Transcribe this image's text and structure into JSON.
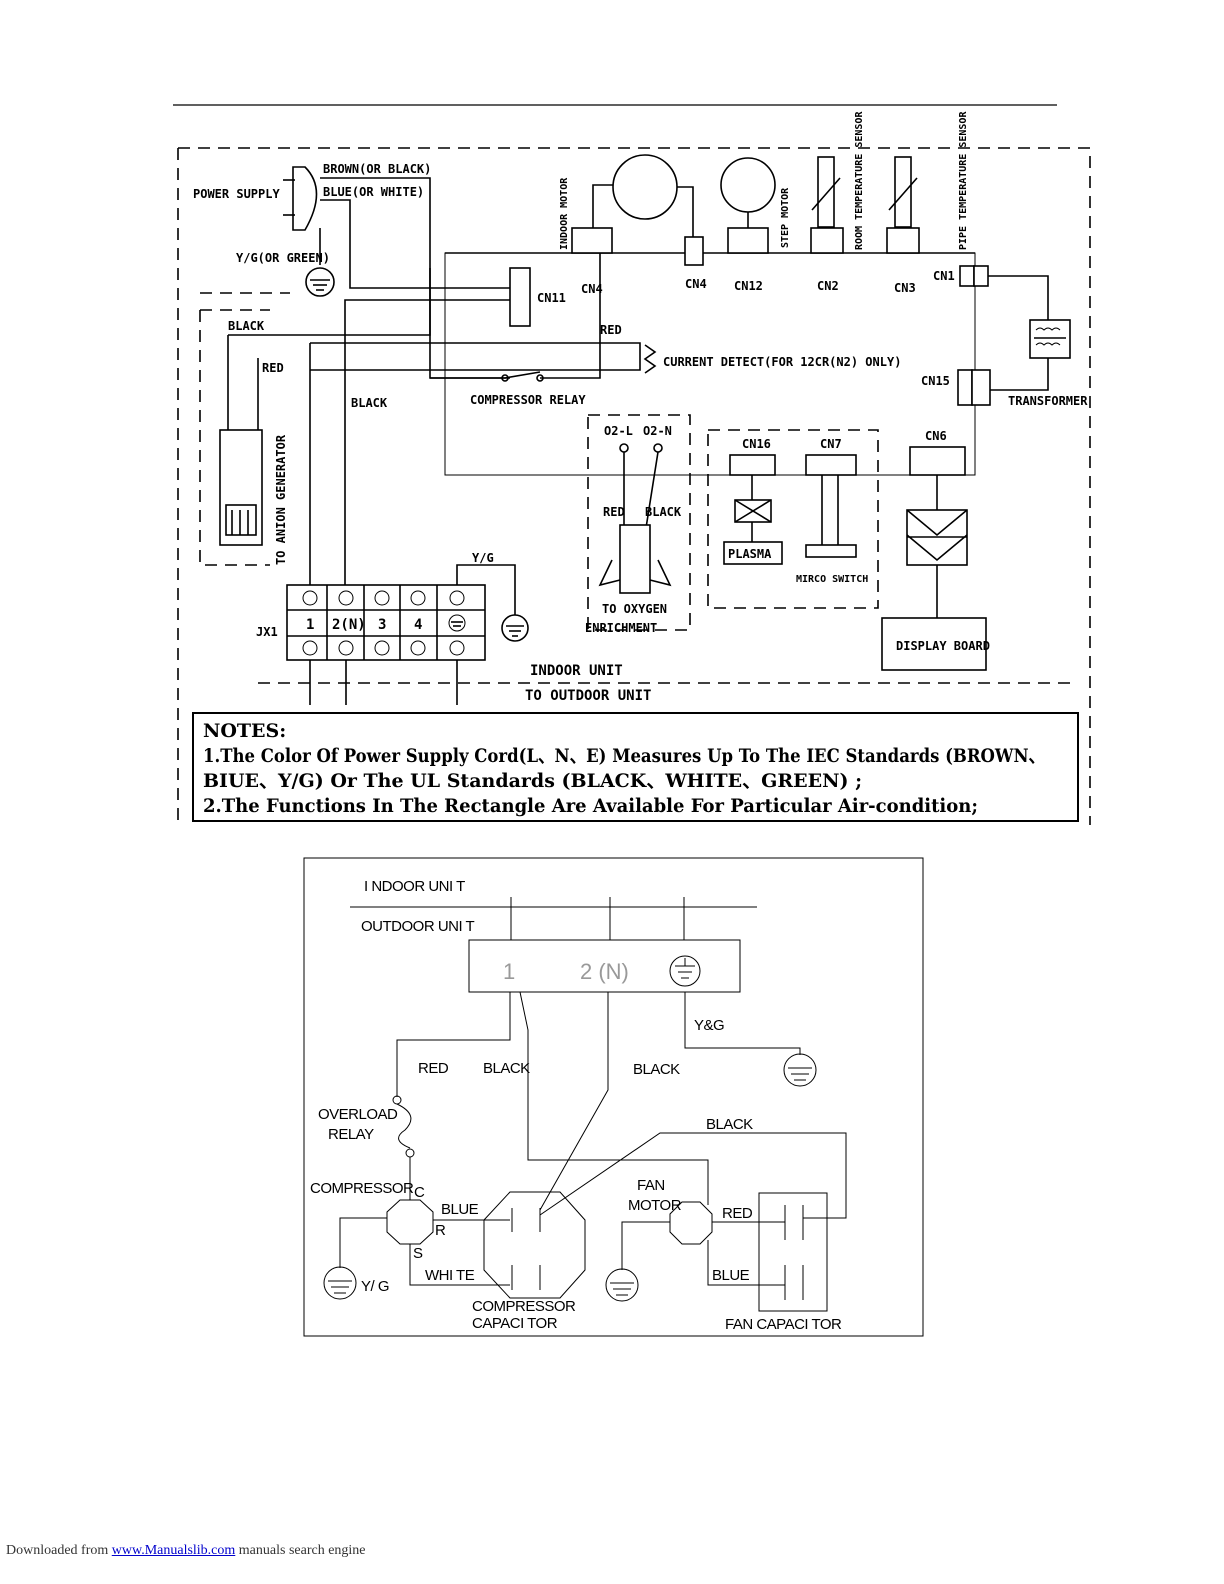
{
  "top_diagram": {
    "power_supply": "POWER SUPPLY",
    "brown": "BROWN(OR BLACK)",
    "blue": "BLUE(OR WHITE)",
    "yg": "Y/G(OR GREEN)",
    "cn11": "CN11",
    "black1": "BLACK",
    "red1": "RED",
    "red2": "RED",
    "black2": "BLACK",
    "current_detect": "CURRENT DETECT(FOR 12CR(N2) ONLY)",
    "compressor_relay": "COMPRESSOR RELAY",
    "indoor_motor": "INDOOR MOTOR",
    "step_motor": "STEP MOTOR",
    "room_sensor": "ROOM TEMPERATURE SENSOR",
    "pipe_sensor": "PIPE TEMPERATURE SENSOR",
    "cn4_left": "CN4",
    "cn4": "CN4",
    "cn12": "CN12",
    "cn2": "CN2",
    "cn3": "CN3",
    "cn1": "CN1",
    "cn15": "CN15",
    "transformer": "TRANSFORMER",
    "o2l": "O2-L",
    "o2n": "O2-N",
    "red3": "RED",
    "black3": "BLACK",
    "oxygen": "TO OXYGEN",
    "enrichment": "ENRICHMENT",
    "cn16": "CN16",
    "cn7": "CN7",
    "cn6": "CN6",
    "plasma": "PLASMA",
    "micro_switch": "MIRCO SWITCH",
    "display_board": "DISPLAY BOARD",
    "anion": "TO ANION GENERATOR",
    "yg2": "Y/G",
    "jx1": "JX1",
    "t1": "1",
    "t2": "2(N)",
    "t3": "3",
    "t4": "4",
    "indoor_unit": "INDOOR UNIT",
    "to_outdoor": "TO OUTDOOR UNIT",
    "notes_title": "NOTES:",
    "note1a": "1.The Color Of Power Supply Cord(L、N、E) Measures Up To The IEC Standards (BROWN、",
    "note1b": "BIUE、Y/G)  Or The UL Standards (BLACK、WHITE、GREEN) ;",
    "note2": "2.The Functions In The Rectangle Are Available For Particular Air-condition;"
  },
  "bottom_diagram": {
    "indoor_unit": "I NDOOR UNI T",
    "outdoor_unit": "OUTDOOR UNI T",
    "term1": "1",
    "term2": "2 (N)",
    "yg_top": "Y&G",
    "red": "RED",
    "black1": "BLACK",
    "black2": "BLACK",
    "black3": "BLACK",
    "overload": "OVERLOAD",
    "relay": "RELAY",
    "compressor": "COMPRESSOR",
    "c": "C",
    "r": "R",
    "s": "S",
    "blue1": "BLUE",
    "white": "WHI TE",
    "yg_bottom": "Y/ G",
    "comp_cap1": "COMPRESSOR",
    "comp_cap2": "CAPACI TOR",
    "fan": "FAN",
    "motor": "MOTOR",
    "red2": "RED",
    "blue2": "BLUE",
    "fan_cap": "FAN  CAPACI TOR"
  },
  "footer": {
    "prefix": "Downloaded from ",
    "link": "www.Manualslib.com",
    "suffix": "  manuals search engine"
  }
}
